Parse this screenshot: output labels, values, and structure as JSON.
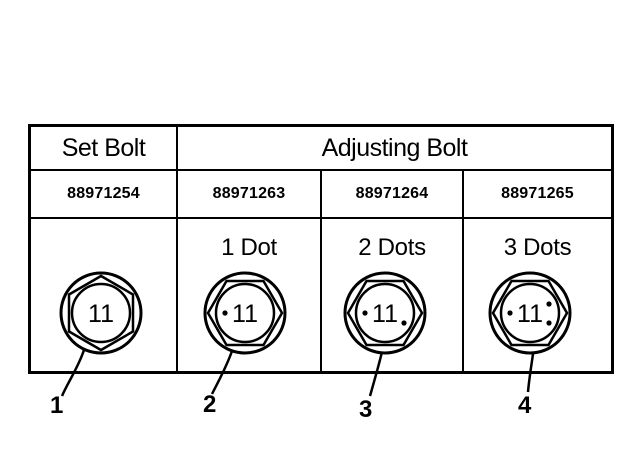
{
  "header": {
    "set_bolt": "Set Bolt",
    "adjusting_bolt": "Adjusting Bolt"
  },
  "columns": [
    {
      "part_number": "88971254",
      "marking": "",
      "bolt_head_mark": "11",
      "dots": 0,
      "callout": "1"
    },
    {
      "part_number": "88971263",
      "marking": "1 Dot",
      "bolt_head_mark": "11",
      "dots": 1,
      "callout": "2"
    },
    {
      "part_number": "88971264",
      "marking": "2 Dots",
      "bolt_head_mark": "11",
      "dots": 2,
      "callout": "3"
    },
    {
      "part_number": "88971265",
      "marking": "3 Dots",
      "bolt_head_mark": "11",
      "dots": 3,
      "callout": "4"
    }
  ]
}
